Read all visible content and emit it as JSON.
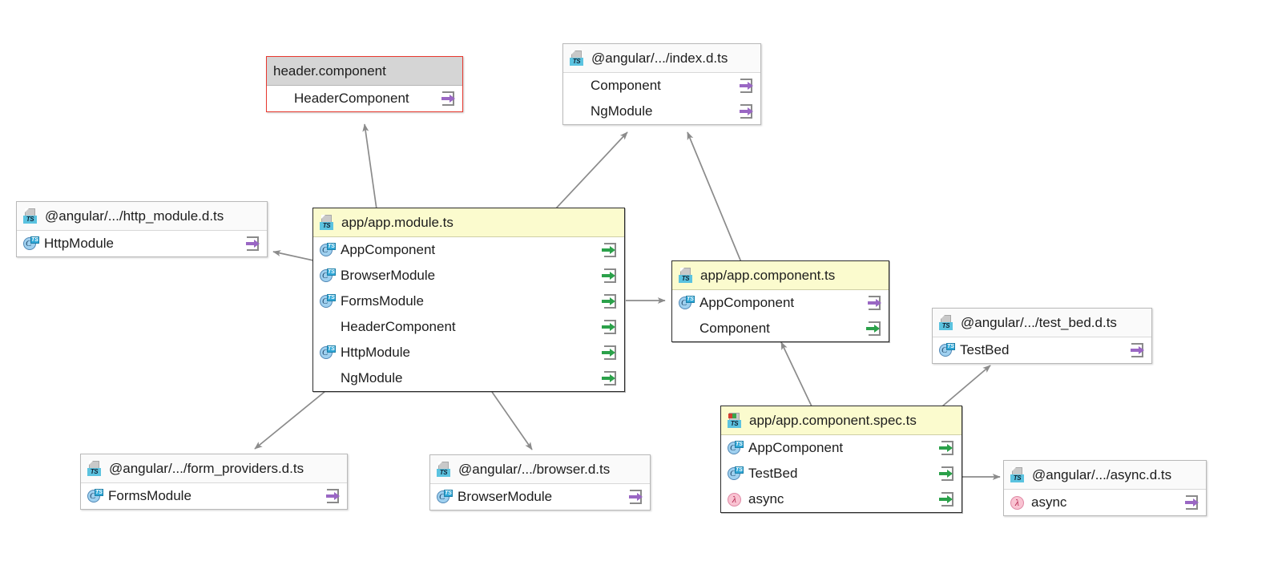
{
  "diagram": {
    "title": "TypeScript module dependency diagram",
    "colors": {
      "edge": "#8b8b8b",
      "selected_border": "#e8392f",
      "file_header_highlight": "#fbfbce",
      "export_arrow": "#9a67c4",
      "import_arrow": "#2ba14a"
    },
    "nodes": [
      {
        "id": "header_component",
        "title": "header.component",
        "header_style": "gray",
        "selected": true,
        "title_icon": "none",
        "rows": [
          {
            "label": "HeaderComponent",
            "icon": "none",
            "marker": "export-icon"
          }
        ]
      },
      {
        "id": "index_d_ts",
        "title": "@angular/.../index.d.ts",
        "header_style": "white",
        "selected": false,
        "title_icon": "ts-file-icon",
        "rows": [
          {
            "label": "Component",
            "icon": "none",
            "marker": "export-icon"
          },
          {
            "label": "NgModule",
            "icon": "none",
            "marker": "export-icon"
          }
        ]
      },
      {
        "id": "http_module_d_ts",
        "title": "@angular/.../http_module.d.ts",
        "header_style": "white",
        "selected": false,
        "title_icon": "ts-file-icon",
        "rows": [
          {
            "label": "HttpModule",
            "icon": "class-icon",
            "marker": "export-icon"
          }
        ]
      },
      {
        "id": "app_module_ts",
        "title": "app/app.module.ts",
        "header_style": "yellow",
        "selected": false,
        "title_icon": "ts-file-icon",
        "rows": [
          {
            "label": "AppComponent",
            "icon": "class-icon",
            "marker": "import-icon"
          },
          {
            "label": "BrowserModule",
            "icon": "class-icon",
            "marker": "import-icon"
          },
          {
            "label": "FormsModule",
            "icon": "class-icon",
            "marker": "import-icon"
          },
          {
            "label": "HeaderComponent",
            "icon": "none",
            "marker": "import-icon"
          },
          {
            "label": "HttpModule",
            "icon": "class-icon",
            "marker": "import-icon"
          },
          {
            "label": "NgModule",
            "icon": "none",
            "marker": "import-icon"
          }
        ]
      },
      {
        "id": "app_component_ts",
        "title": "app/app.component.ts",
        "header_style": "yellow",
        "selected": false,
        "title_icon": "ts-file-icon",
        "rows": [
          {
            "label": "AppComponent",
            "icon": "class-icon",
            "marker": "export-icon"
          },
          {
            "label": "Component",
            "icon": "none",
            "marker": "import-icon"
          }
        ]
      },
      {
        "id": "test_bed_d_ts",
        "title": "@angular/.../test_bed.d.ts",
        "header_style": "white",
        "selected": false,
        "title_icon": "ts-file-icon",
        "rows": [
          {
            "label": "TestBed",
            "icon": "class-icon",
            "marker": "export-icon"
          }
        ]
      },
      {
        "id": "app_component_spec_ts",
        "title": "app/app.component.spec.ts",
        "header_style": "yellow",
        "selected": false,
        "title_icon": "ts-spec-file-icon",
        "rows": [
          {
            "label": "AppComponent",
            "icon": "class-icon",
            "marker": "import-icon"
          },
          {
            "label": "TestBed",
            "icon": "class-icon",
            "marker": "import-icon"
          },
          {
            "label": "async",
            "icon": "lambda-icon",
            "marker": "import-icon"
          }
        ]
      },
      {
        "id": "form_providers_d_ts",
        "title": "@angular/.../form_providers.d.ts",
        "header_style": "white",
        "selected": false,
        "title_icon": "ts-file-icon",
        "rows": [
          {
            "label": "FormsModule",
            "icon": "class-icon",
            "marker": "export-icon"
          }
        ]
      },
      {
        "id": "browser_d_ts",
        "title": "@angular/.../browser.d.ts",
        "header_style": "white",
        "selected": false,
        "title_icon": "ts-file-icon",
        "rows": [
          {
            "label": "BrowserModule",
            "icon": "class-icon",
            "marker": "export-icon"
          }
        ]
      },
      {
        "id": "async_d_ts",
        "title": "@angular/.../async.d.ts",
        "header_style": "white",
        "selected": false,
        "title_icon": "ts-file-icon",
        "rows": [
          {
            "label": "async",
            "icon": "lambda-icon",
            "marker": "export-icon"
          }
        ]
      }
    ],
    "edges": [
      {
        "from": "app_module_ts",
        "to": "header_component"
      },
      {
        "from": "app_module_ts",
        "to": "index_d_ts"
      },
      {
        "from": "app_module_ts",
        "to": "http_module_d_ts"
      },
      {
        "from": "app_module_ts",
        "to": "app_component_ts"
      },
      {
        "from": "app_module_ts",
        "to": "form_providers_d_ts"
      },
      {
        "from": "app_module_ts",
        "to": "browser_d_ts"
      },
      {
        "from": "app_component_ts",
        "to": "index_d_ts"
      },
      {
        "from": "app_component_spec_ts",
        "to": "app_component_ts"
      },
      {
        "from": "app_component_spec_ts",
        "to": "test_bed_d_ts"
      },
      {
        "from": "app_component_spec_ts",
        "to": "async_d_ts"
      }
    ]
  }
}
